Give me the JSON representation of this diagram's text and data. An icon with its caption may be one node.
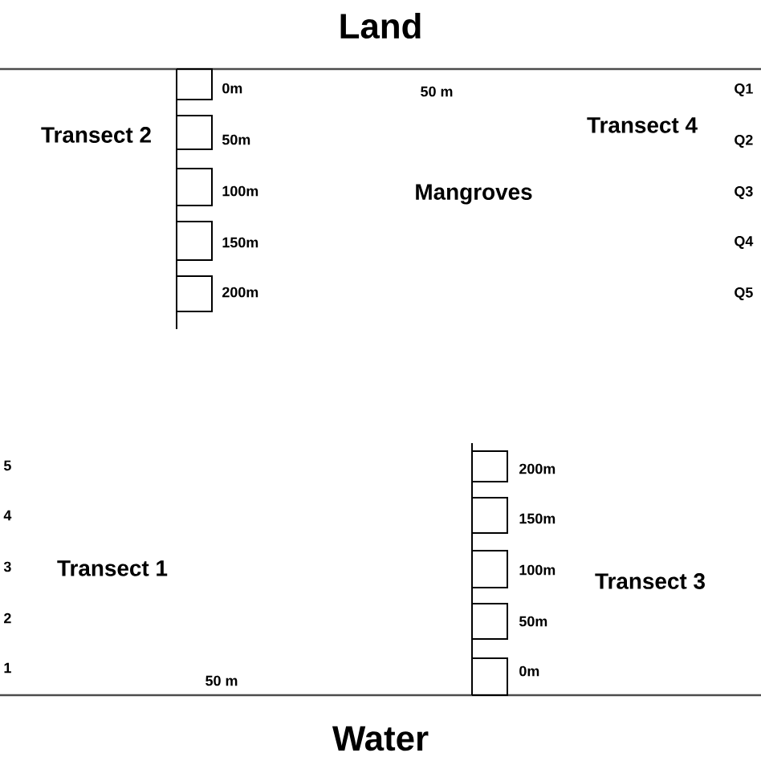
{
  "diagram": {
    "title": "Land",
    "caption": "Water",
    "labels": [
      "0m",
      "50m",
      "100m",
      "150m",
      "200m",
      "Transect 2",
      "50 m",
      "Transect 4",
      "Mangroves",
      "Q1",
      "Q2",
      "Q3",
      "Q4",
      "Q5",
      "200m",
      "150m",
      "100m",
      "50m",
      "0m",
      "5",
      "4",
      "3",
      "2",
      "1",
      "Transect 1",
      "Transect 3",
      "50 m"
    ]
  }
}
